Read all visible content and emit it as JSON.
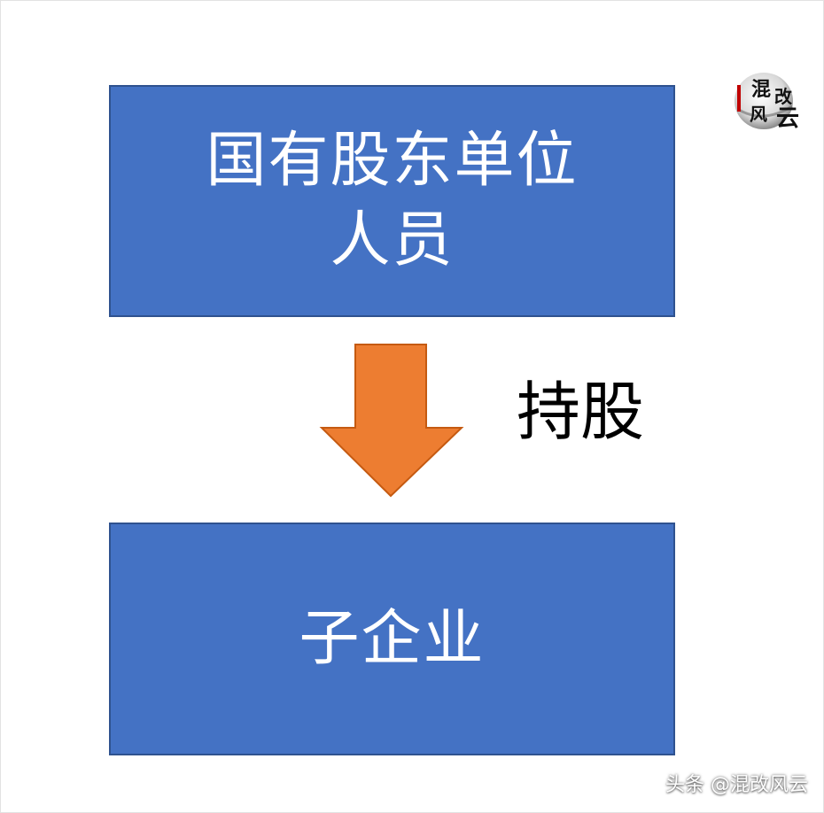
{
  "diagram": {
    "top_box": {
      "line1": "国有股东单位",
      "line2": "人员"
    },
    "relation_label": "持股",
    "bottom_box": {
      "line1": "子企业"
    }
  },
  "logo": {
    "text": "混改风云"
  },
  "watermark": "头条 @混改风云",
  "colors": {
    "box_fill": "#4472c4",
    "box_border": "#2f528f",
    "arrow_fill": "#ed7d31",
    "arrow_border": "#c55a11"
  }
}
